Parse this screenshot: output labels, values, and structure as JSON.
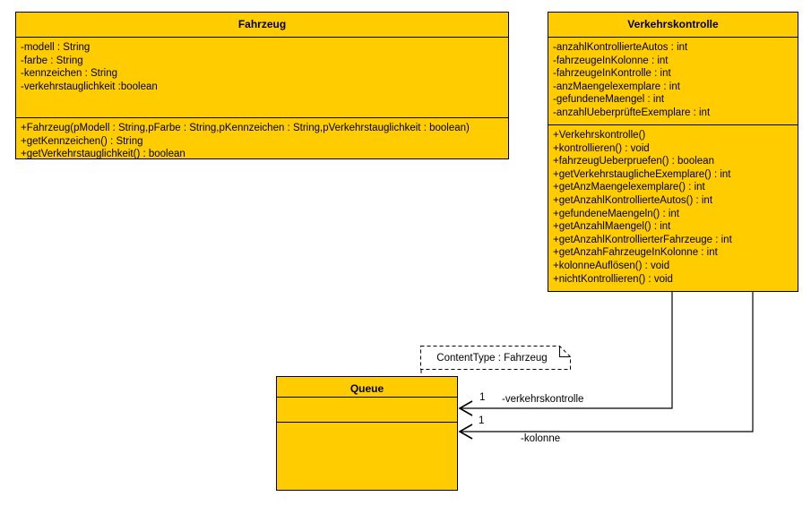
{
  "diagram": {
    "kind": "uml-class-diagram",
    "background_color": "#FFFFFF",
    "class_fill_color": "#FFCC00",
    "line_color": "#000000"
  },
  "classes": [
    {
      "name": "Fahrzeug",
      "attributes": [
        "-modell : String",
        "-farbe : String",
        "-kennzeichen : String",
        "-verkehrstauglichkeit :boolean"
      ],
      "operations": [
        "+Fahrzeug(pModell : String,pFarbe : String,pKennzeichen : String,pVerkehrstauglichkeit : boolean)",
        "+getKennzeichen() : String",
        "+getVerkehrstauglichkeit() : boolean"
      ]
    },
    {
      "name": "Verkehrskontrolle",
      "attributes": [
        "-anzahlKontrollierteAutos : int",
        "-fahrzeugeInKolonne : int",
        "-fahrzeugeInKontrolle : int",
        "-anzMaengelexemplare : int",
        "-gefundeneMaengel : int",
        "-anzahlUeberprüfteExemplare : int"
      ],
      "operations": [
        "+Verkehrskontrolle()",
        "+kontrollieren() : void",
        "+fahrzeugUeberpruefen() : boolean",
        "+getVerkehrstauglicheExemplare() : int",
        "+getAnzMaengelexemplare() : int",
        "+getAnzahlKontrollierteAutos() : int",
        "+gefundeneMaengeln() : int",
        "+getAnzahlMaengel() : int",
        "+getAnzahlKontrollierterFahrzeuge : int",
        "+getAnzahFahrzeugeInKolonne : int",
        "+kolonneAuflösen() : void",
        "+nichtKontrollieren() : void"
      ]
    },
    {
      "name": "Queue",
      "attributes": [],
      "operations": []
    }
  ],
  "note": {
    "text": "ContentType : Fahrzeug"
  },
  "associations": [
    {
      "multiplicity": "1",
      "role": "-verkehrskontrolle"
    },
    {
      "multiplicity": "1",
      "role": "-kolonne"
    }
  ]
}
